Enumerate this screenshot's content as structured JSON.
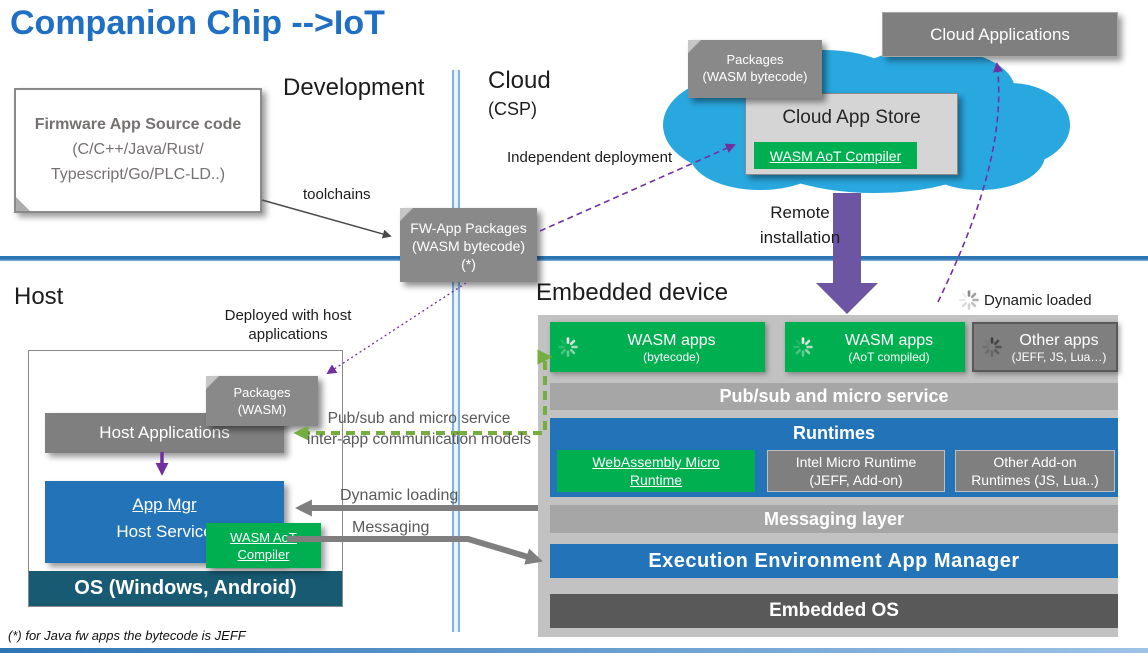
{
  "title": "Companion Chip -->IoT",
  "footnote": "(*) for Java fw apps the bytecode is JEFF",
  "sections": {
    "development": "Development",
    "cloud": "Cloud",
    "cloud_sub": "(CSP)",
    "host": "Host",
    "embedded": "Embedded device"
  },
  "cloud_area": {
    "cloud_applications": "Cloud Applications",
    "packages_note_line1": "Packages",
    "packages_note_line2": "(WASM bytecode)",
    "app_store_title": "Cloud App Store",
    "aot_compiler": "WASM AoT Compiler",
    "independent_deployment": "Independent deployment",
    "remote_line1": "Remote",
    "remote_line2": "installation"
  },
  "development_area": {
    "firmware_title": "Firmware App Source code",
    "firmware_line2": "(C/C++/Java/Rust/",
    "firmware_line3": "Typescript/Go/PLC-LD..)",
    "toolchains": "toolchains",
    "fw_pkg_line1": "FW-App Packages",
    "fw_pkg_line2": "(WASM bytecode)",
    "fw_pkg_line3": "(*)"
  },
  "host_area": {
    "deployed_note": "Deployed with host applications",
    "pkg_line1": "Packages",
    "pkg_line2": "(WASM)",
    "host_applications": "Host Applications",
    "app_mgr_line1": "App Mgr",
    "app_mgr_line2": "Host Service",
    "aot_line1": "WASM AoT",
    "aot_line2": "Compiler",
    "os_bar": "OS (Windows, Android)"
  },
  "labels": {
    "pubsub_line1": "Pub/sub and micro service",
    "pubsub_line2": "inter-app communication models",
    "dynamic_loading": "Dynamic loading",
    "messaging": "Messaging",
    "dynamic_loaded": "Dynamic loaded"
  },
  "embedded_area": {
    "apps": [
      {
        "title": "WASM apps",
        "sub": "(bytecode)"
      },
      {
        "title": "WASM apps",
        "sub": "(AoT compiled)"
      },
      {
        "title": "Other apps",
        "sub": "(JEFF, JS, Lua…)"
      }
    ],
    "pubsub_bar": "Pub/sub and micro service",
    "runtimes_title": "Runtimes",
    "runtimes": [
      {
        "line1": "WebAssembly Micro",
        "line2": "Runtime"
      },
      {
        "line1": "Intel Micro Runtime",
        "line2": "(JEFF, Add-on)"
      },
      {
        "line1": "Other Add-on",
        "line2": "Runtimes (JS, Lua..)"
      }
    ],
    "messaging_bar": "Messaging layer",
    "execution_bar": "Execution Environment App Manager",
    "os_bar": "Embedded OS"
  },
  "colors": {
    "title_blue": "#1F6FC4",
    "bar_blue": "#2273B8",
    "green": "#00B050",
    "gray_box": "#7F7F7F",
    "panel_gray": "#C2C2C2",
    "cloud_cyan": "#29A8E0",
    "purple": "#7030A0",
    "arrow_green": "#76AD3F",
    "host_os_teal": "#185A72"
  }
}
